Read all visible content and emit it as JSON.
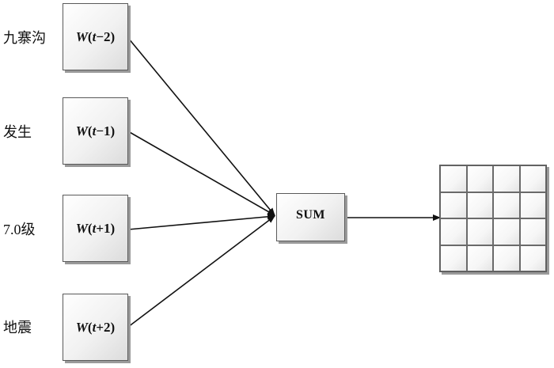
{
  "inputs": [
    {
      "word": "九寨沟",
      "w": "W",
      "open": "(",
      "t": "t",
      "offset": "−2",
      "close": ")"
    },
    {
      "word": "发生",
      "w": "W",
      "open": "(",
      "t": "t",
      "offset": "−1",
      "close": ")"
    },
    {
      "word": "7.0级",
      "w": "W",
      "open": "(",
      "t": "t",
      "offset": "+1",
      "close": ")"
    },
    {
      "word": "地震",
      "w": "W",
      "open": "(",
      "t": "t",
      "offset": "+2",
      "close": ")"
    }
  ],
  "sum": {
    "label": "SUM"
  },
  "output": {
    "rows": 4,
    "cols": 4
  }
}
